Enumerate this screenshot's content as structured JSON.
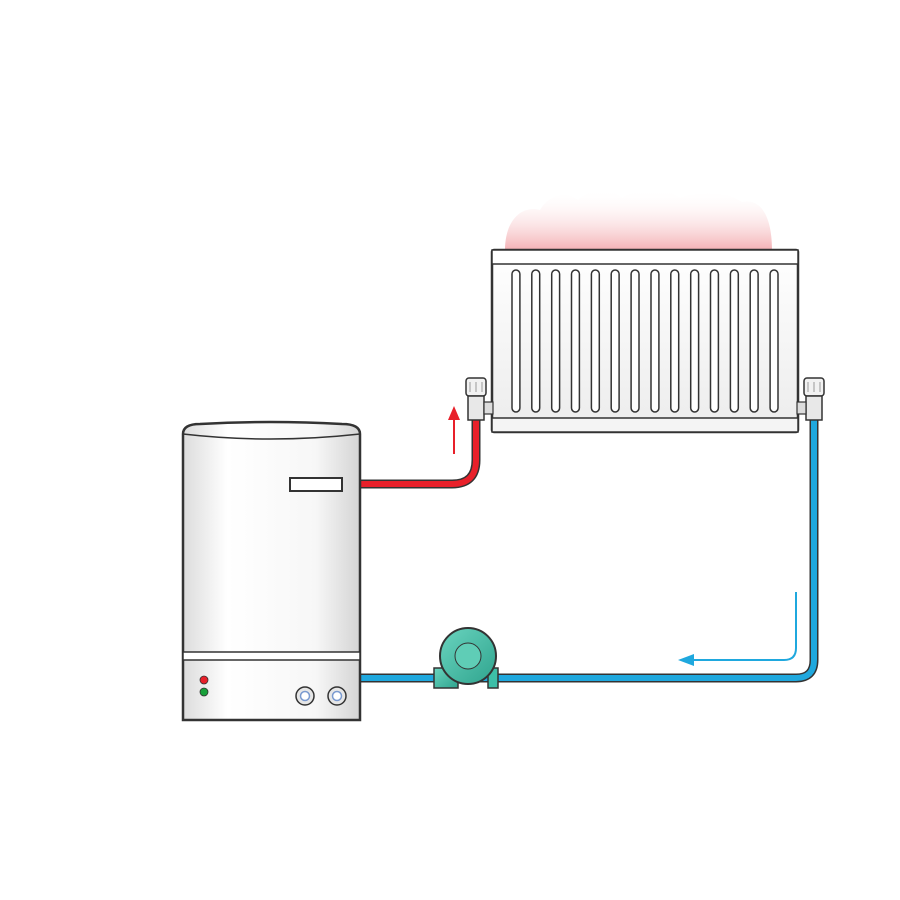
{
  "diagram": {
    "components": [
      {
        "id": "boiler",
        "icon": "boiler-icon"
      },
      {
        "id": "radiator",
        "icon": "radiator-icon"
      },
      {
        "id": "pump",
        "icon": "pump-icon"
      }
    ],
    "flows": [
      {
        "id": "hot-supply",
        "from": "boiler",
        "to": "radiator",
        "color": "#e8202a"
      },
      {
        "id": "cold-return",
        "from": "radiator",
        "to": "boiler",
        "via": "pump",
        "color": "#1fa8de"
      }
    ],
    "colors": {
      "hot": "#e8202a",
      "cold": "#1fa8de",
      "pump": "#3dbfa8",
      "indicator_red": "#e8202a",
      "indicator_green": "#18a03a",
      "heat_glow": "#f2a3a8"
    },
    "radiator_fin_count": 14
  }
}
